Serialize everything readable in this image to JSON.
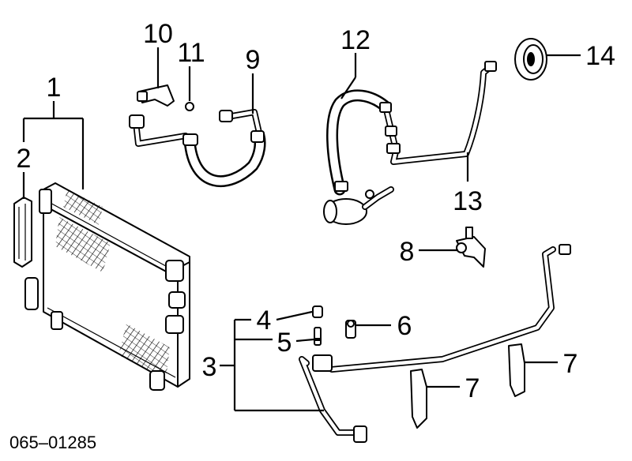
{
  "diagram_code": "065–01285",
  "callouts": [
    "1",
    "2",
    "3",
    "4",
    "5",
    "6",
    "7",
    "7",
    "8",
    "9",
    "10",
    "11",
    "12",
    "13",
    "14"
  ]
}
